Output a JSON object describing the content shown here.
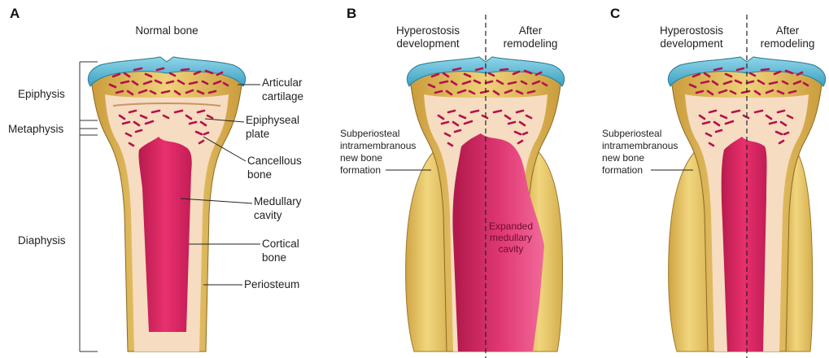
{
  "panels": {
    "a": {
      "letter": "A",
      "title": "Normal bone",
      "regions": {
        "epiphysis": "Epiphysis",
        "metaphysis": "Metaphysis",
        "diaphysis": "Diaphysis"
      },
      "labels": {
        "articular_1": "Articular",
        "articular_2": "cartilage",
        "epiphyseal_1": "Epiphyseal",
        "epiphyseal_2": "plate",
        "cancellous_1": "Cancellous",
        "cancellous_2": "bone",
        "medullary_1": "Medullary",
        "medullary_2": "cavity",
        "cortical_1": "Cortical",
        "cortical_2": "bone",
        "periosteum": "Periosteum"
      }
    },
    "b": {
      "letter": "B",
      "left_head_1": "Hyperostosis",
      "left_head_2": "development",
      "right_head_1": "After",
      "right_head_2": "remodeling",
      "sub_1": "Subperiosteal",
      "sub_2": "intramembranous",
      "sub_3": "new bone",
      "sub_4": "formation",
      "expanded_1": "Expanded",
      "expanded_2": "medullary",
      "expanded_3": "cavity"
    },
    "c": {
      "letter": "C",
      "left_head_1": "Hyperostosis",
      "left_head_2": "development",
      "right_head_1": "After",
      "right_head_2": "remodeling",
      "sub_1": "Subperiosteal",
      "sub_2": "intramembranous",
      "sub_3": "new bone",
      "sub_4": "formation"
    }
  },
  "colors": {
    "cartilage": "#5bb8d4",
    "bone_cream": "#f6dcc0",
    "cortex_gold": "#d9b64f",
    "new_bone": "#e3c15c",
    "marrow": "#d8235f",
    "marrow_light": "#f04d88",
    "trabeculae": "#b3124c"
  }
}
